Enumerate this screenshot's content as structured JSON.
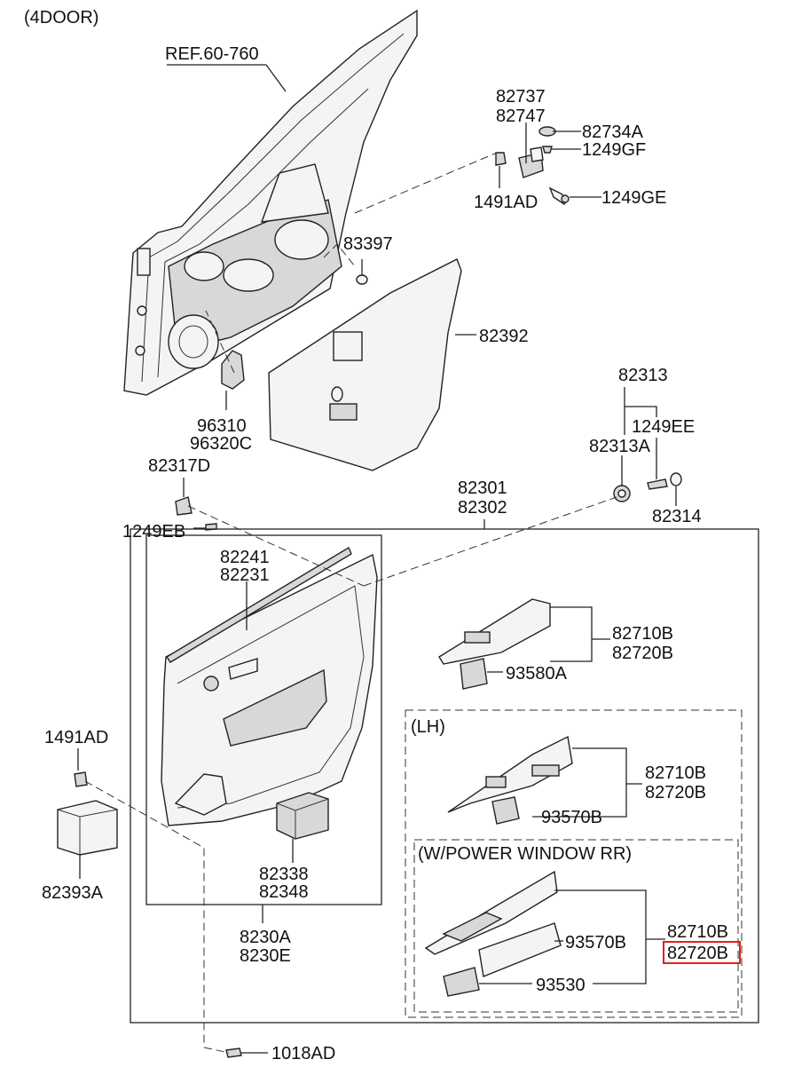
{
  "header": {
    "variant": "(4DOOR)",
    "ref": "REF.60-760"
  },
  "groups": {
    "lh": "(LH)",
    "power_window_rr": "(W/POWER WINDOW RR)"
  },
  "labels": {
    "p82737": "82737",
    "p82747": "82747",
    "p82734A": "82734A",
    "p1249GF": "1249GF",
    "p1491AD_top": "1491AD",
    "p1249GE": "1249GE",
    "p83397": "83397",
    "p82392": "82392",
    "p96310": "96310",
    "p96320C": "96320C",
    "p82313": "82313",
    "p1249EE": "1249EE",
    "p82313A": "82313A",
    "p82317D": "82317D",
    "p82301": "82301",
    "p82302": "82302",
    "p82314": "82314",
    "p1249EB": "1249EB",
    "p82241": "82241",
    "p82231": "82231",
    "p82710B_1": "82710B",
    "p82720B_1": "82720B",
    "p93580A": "93580A",
    "p1491AD_left": "1491AD",
    "p82710B_2": "82710B",
    "p82720B_2": "82720B",
    "p93570B_1": "93570B",
    "p82393A": "82393A",
    "p82338": "82338",
    "p82348": "82348",
    "p82710B_3": "82710B",
    "p82720B_3": "82720B",
    "p93570B_2": "93570B",
    "p93530": "93530",
    "p8230A": "8230A",
    "p8230E": "8230E",
    "p1018AD": "1018AD"
  },
  "highlight": {
    "part": "82720B",
    "color": "#e02020"
  }
}
